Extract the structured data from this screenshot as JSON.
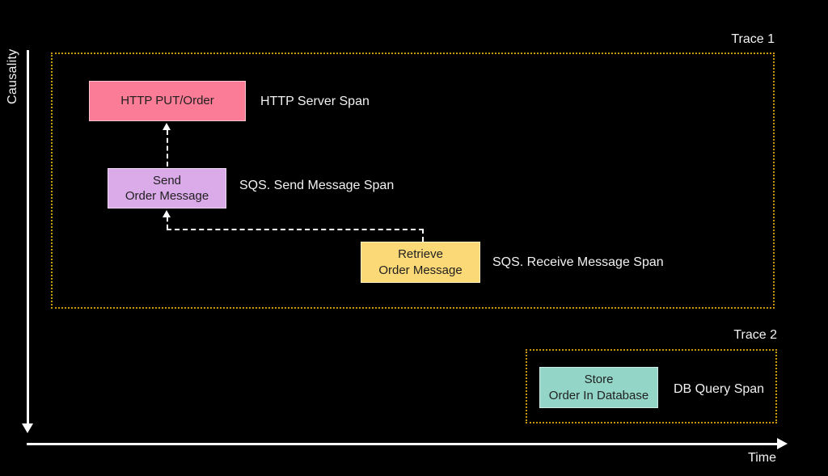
{
  "axes": {
    "causality_label": "Causality",
    "time_label": "Time"
  },
  "traces": {
    "trace1": {
      "label": "Trace 1",
      "spans": {
        "http": {
          "box_text": "HTTP PUT/Order",
          "side_label": "HTTP Server Span",
          "color": "#fa7c96"
        },
        "send": {
          "box_text": "Send\nOrder Message",
          "side_label": "SQS. Send Message Span",
          "color": "#dbaae8"
        },
        "receive": {
          "box_text": "Retrieve\nOrder Message",
          "side_label": "SQS. Receive Message Span",
          "color": "#fbd977"
        }
      }
    },
    "trace2": {
      "label": "Trace 2",
      "spans": {
        "db": {
          "box_text": "Store\nOrder In Database",
          "side_label": "DB Query Span",
          "color": "#93d6c7"
        }
      }
    }
  },
  "colors": {
    "background": "#000000",
    "trace_border": "#c9980e",
    "axis": "#ffffff",
    "arrow": "#ffffff",
    "box_text": "#1f1f1f",
    "label_text": "#f2f2f2"
  }
}
